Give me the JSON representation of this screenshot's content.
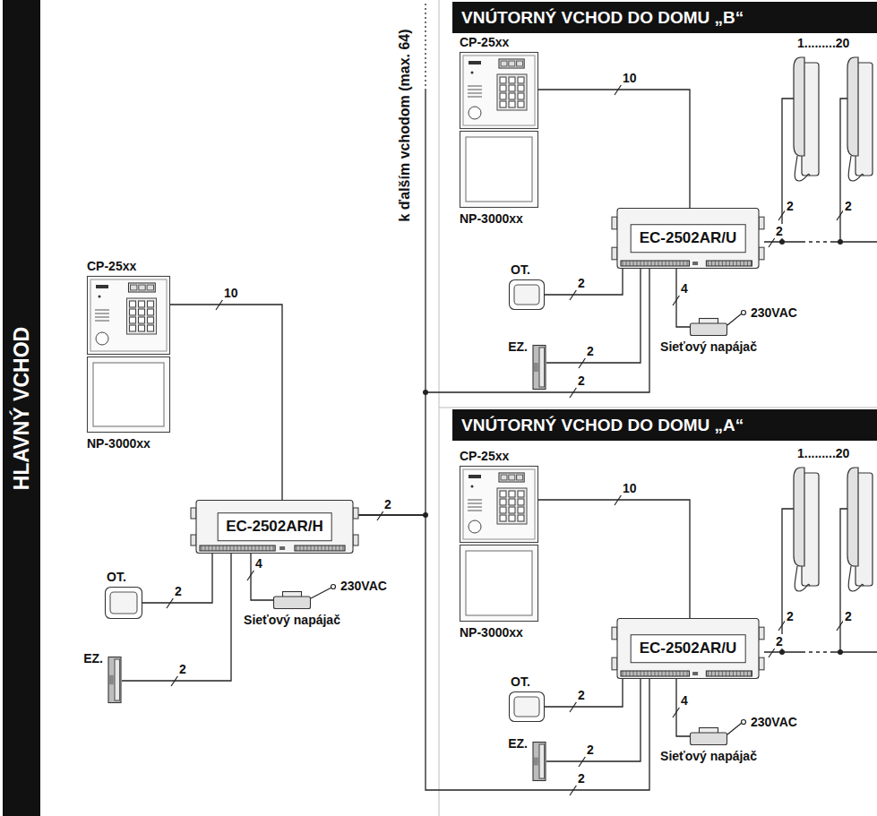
{
  "diagram": {
    "nodes": [
      {
        "text": [
          "HLAVNÝ VCHOD"
        ]
      },
      {
        "text": [
          "VNÚTORNÝ VCHOD DO DOMU „B“"
        ]
      },
      {
        "text": [
          "VNÚTORNÝ VCHOD DO DOMU „A“"
        ]
      },
      {
        "text": [
          "CP-25xx"
        ]
      },
      {
        "text": [
          "NP-3000xx"
        ]
      },
      {
        "text": [
          "EC-2502AR/H"
        ]
      },
      {
        "text": [
          "OT."
        ]
      },
      {
        "text": [
          "EZ."
        ]
      },
      {
        "text": [
          "Sieťový napájač"
        ]
      },
      {
        "text": [
          "CP-25xx"
        ],
        "in": 1
      },
      {
        "text": [
          "NP-3000xx"
        ],
        "in": 1
      },
      {
        "text": [
          "EC-2502AR/U"
        ],
        "in": 1
      },
      {
        "text": [
          "OT."
        ],
        "in": 1
      },
      {
        "text": [
          "EZ."
        ],
        "in": 1
      },
      {
        "text": [
          "Sieťový napájač"
        ],
        "in": 1
      },
      {
        "text": [
          "CP-25xx"
        ],
        "in": 2
      },
      {
        "text": [
          "NP-3000xx"
        ],
        "in": 2
      },
      {
        "text": [
          "EC-2502AR/U"
        ],
        "in": 2
      },
      {
        "text": [
          "OT."
        ],
        "in": 2
      },
      {
        "text": [
          "EZ."
        ],
        "in": 2
      },
      {
        "text": [
          "Sieťový napájač"
        ],
        "in": 2
      }
    ],
    "edges": [
      {
        "from": 3,
        "to": 5,
        "label": "10",
        "arrow": "none"
      },
      {
        "from": 6,
        "to": 5,
        "label": "2",
        "arrow": "none"
      },
      {
        "from": 7,
        "to": 5,
        "label": "2",
        "arrow": "none"
      },
      {
        "from": 8,
        "to": 5,
        "label": "4",
        "arrow": "none"
      },
      {
        "from": 5,
        "to": 11,
        "label": "2",
        "arrow": "none"
      },
      {
        "from": 5,
        "to": 17,
        "label": "2",
        "arrow": "none"
      },
      {
        "from": 9,
        "to": 11,
        "label": "10",
        "arrow": "none"
      },
      {
        "from": 12,
        "to": 11,
        "label": "2",
        "arrow": "none"
      },
      {
        "from": 13,
        "to": 11,
        "label": "2",
        "arrow": "none"
      },
      {
        "from": 14,
        "to": 11,
        "label": "4",
        "arrow": "none"
      },
      {
        "from": 15,
        "to": 17,
        "label": "10",
        "arrow": "none"
      },
      {
        "from": 18,
        "to": 17,
        "label": "2",
        "arrow": "none"
      },
      {
        "from": 19,
        "to": 17,
        "label": "2",
        "arrow": "none"
      },
      {
        "from": 20,
        "to": 17,
        "label": "4",
        "arrow": "none"
      }
    ],
    "labels": [
      "k ďalším vchodom (max. 64)",
      "2",
      "230VAC",
      "1.........20",
      "2",
      "2",
      "2",
      "230VAC",
      "1.........20",
      "2",
      "2",
      "2",
      "230VAC"
    ]
  }
}
